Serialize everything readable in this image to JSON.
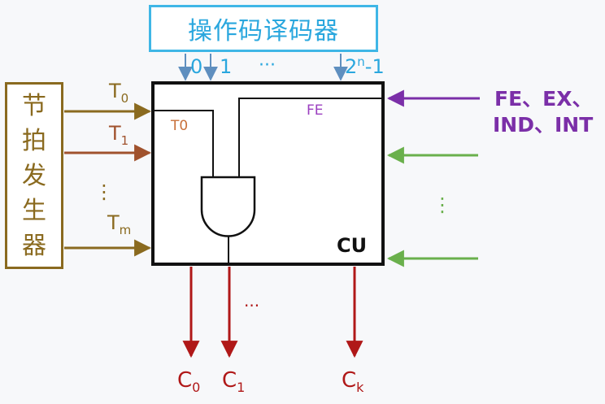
{
  "decoder": {
    "label": "操作码译码器"
  },
  "decoder_outputs": [
    {
      "text": "0"
    },
    {
      "text": "1"
    },
    {
      "text": "···"
    },
    {
      "base": "2",
      "sup": "n",
      "suffix": "-1"
    }
  ],
  "timer": {
    "label": "节拍发生器"
  },
  "timing_signals": [
    {
      "base": "T",
      "sub": "0"
    },
    {
      "base": "T",
      "sub": "1"
    },
    {
      "text": "⋮"
    },
    {
      "base": "T",
      "sub": "m"
    }
  ],
  "cu": {
    "label": "CU",
    "inner_t0": "T0",
    "inner_fe": "FE"
  },
  "right_inputs": {
    "line1": "FE、EX、",
    "line2": "IND、INT",
    "ellipsis": "⋮"
  },
  "outputs": [
    {
      "base": "C",
      "sub": "0"
    },
    {
      "base": "C",
      "sub": "1"
    },
    {
      "text": "···"
    },
    {
      "base": "C",
      "sub": "k"
    }
  ],
  "colors": {
    "decoder": "#3fb6e6",
    "timer": "#8a6a1f",
    "timing_arrow": "#8a6a1f",
    "t1_arrow": "#a0522d",
    "purple": "#7b2fa8",
    "green": "#6ab04c",
    "output_arrow": "#b01818",
    "inner_t0": "#c8703a",
    "inner_fe": "#9b3fc0",
    "cu_border": "#111111"
  }
}
